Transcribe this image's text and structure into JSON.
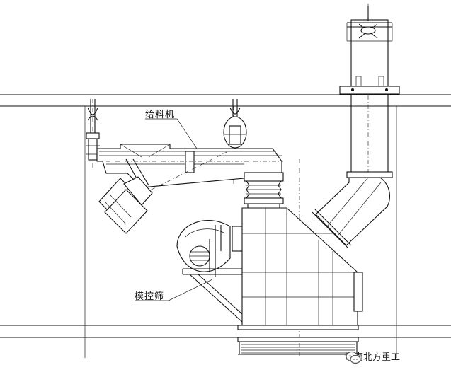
{
  "labels": {
    "feeder": "给料机",
    "screen": "模控筛"
  },
  "watermark": {
    "text": "河南北方重工",
    "icon": "wechat-icon"
  },
  "colors": {
    "line": "#111111",
    "background": "#ffffff"
  }
}
